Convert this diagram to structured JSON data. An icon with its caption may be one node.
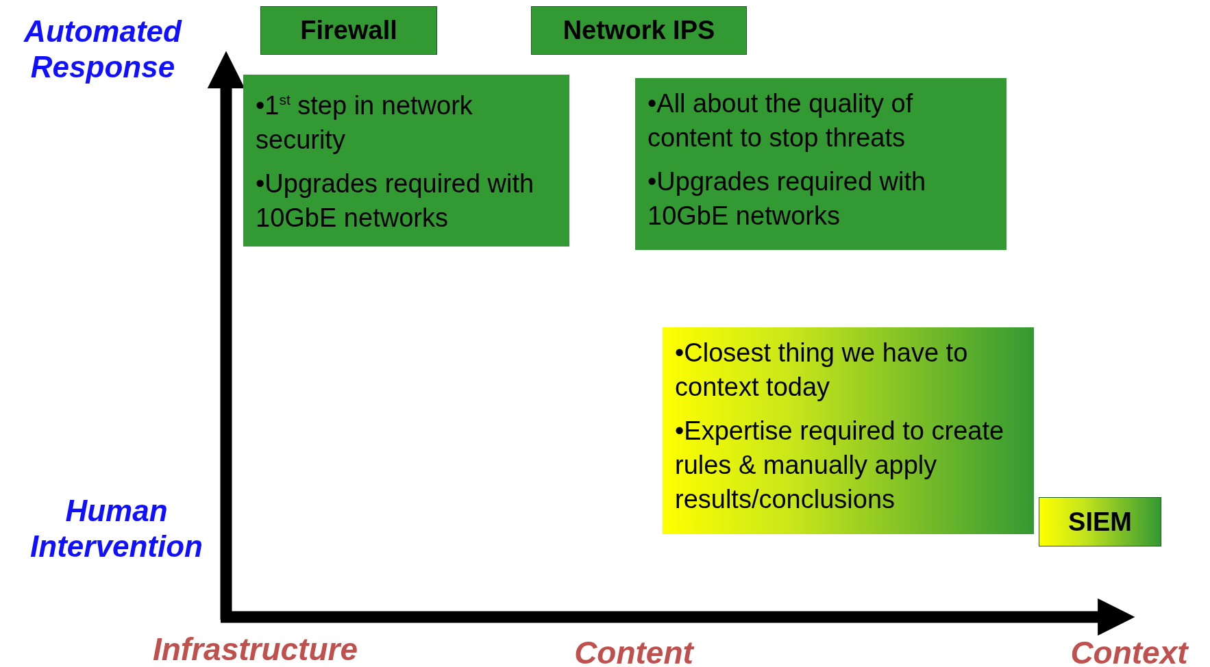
{
  "diagram": {
    "nodes": [
      {
        "text": [
          "Firewall"
        ]
      },
      {
        "text": [
          "Network IPS"
        ]
      },
      {
        "text": [
          "•1$^{st}$ step in network security",
          "•Upgrades required with 10GbE networks"
        ]
      },
      {
        "text": [
          "•All about the quality of content to stop threats",
          "•Upgrades required with 10GbE networks"
        ]
      },
      {
        "text": [
          "•Closest thing we have to context today",
          "•Expertise required to create rules & manually apply results/conclusions"
        ]
      },
      {
        "text": [
          "SIEM"
        ]
      }
    ],
    "edges": [],
    "labels": [
      "Automated Response",
      "Human Intervention",
      "Infrastructure",
      "Content",
      "Context"
    ]
  }
}
